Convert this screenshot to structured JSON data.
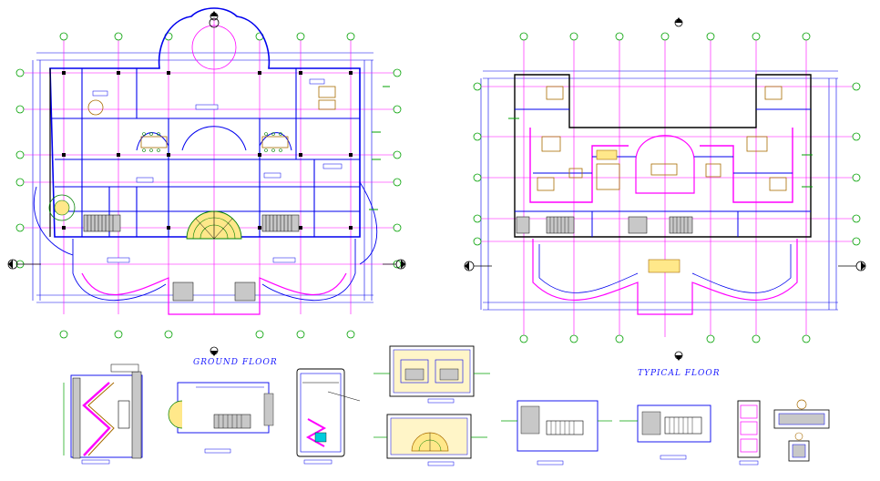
{
  "drawing": {
    "ground_floor_title": "GROUND FLOOR",
    "typical_floor_title": "TYPICAL FLOOR"
  },
  "colors": {
    "background": "#ffffff",
    "wall": "#0000ee",
    "grid": "#ff00ff",
    "structure": "#000000",
    "furniture": "#a86b00",
    "stair": "#008000",
    "fill": "#c8c8c8",
    "accent": "#00a8a8",
    "bubble": "#00a000"
  },
  "details": {
    "count": 9
  }
}
